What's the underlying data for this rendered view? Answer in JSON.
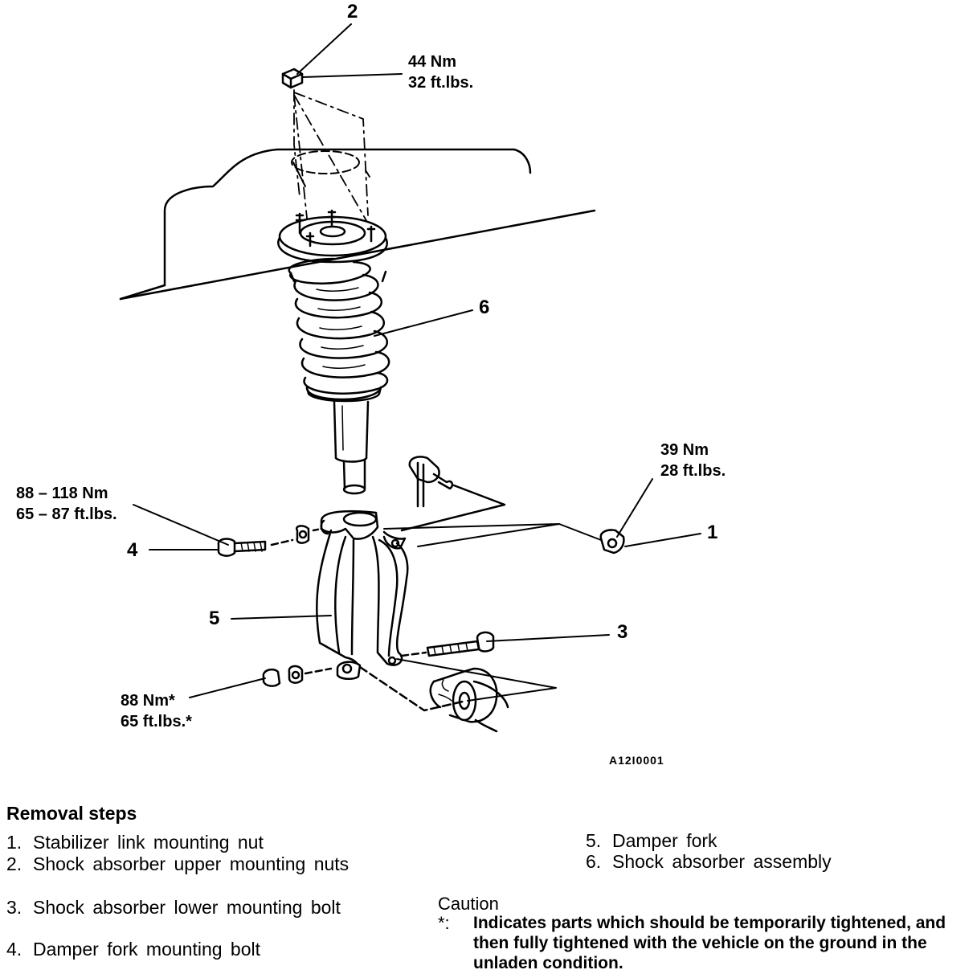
{
  "diagram": {
    "callouts": {
      "c2_num": "2",
      "c2_torque_nm": "44 Nm",
      "c2_torque_ft": "32 ft.lbs.",
      "c6_num": "6",
      "c1_torque_nm": "39 Nm",
      "c1_torque_ft": "28 ft.lbs.",
      "c1_num": "1",
      "c4_torque_nm": "88 – 118 Nm",
      "c4_torque_ft": "65 – 87 ft.lbs.",
      "c4_num": "4",
      "c5_num": "5",
      "c3_num": "3",
      "lower_torque_nm": "88 Nm*",
      "lower_torque_ft": "65 ft.lbs.*"
    },
    "figure_code": "A12I0001"
  },
  "removal": {
    "title": "Removal steps",
    "steps": [
      {
        "n": "1.",
        "text": "Stabilizer link mounting nut"
      },
      {
        "n": "2.",
        "text": "Shock absorber upper mounting nuts"
      },
      {
        "n": "3.",
        "text": "Shock absorber lower mounting bolt"
      },
      {
        "n": "4.",
        "text": "Damper fork mounting bolt"
      },
      {
        "n": "5.",
        "text": "Damper fork"
      },
      {
        "n": "6.",
        "text": "Shock absorber assembly"
      }
    ]
  },
  "caution": {
    "title": "Caution",
    "marker": "*:",
    "text": "Indicates parts which should be temporarily tightened, and then fully tightened with the vehicle on the ground in the unladen condition."
  }
}
